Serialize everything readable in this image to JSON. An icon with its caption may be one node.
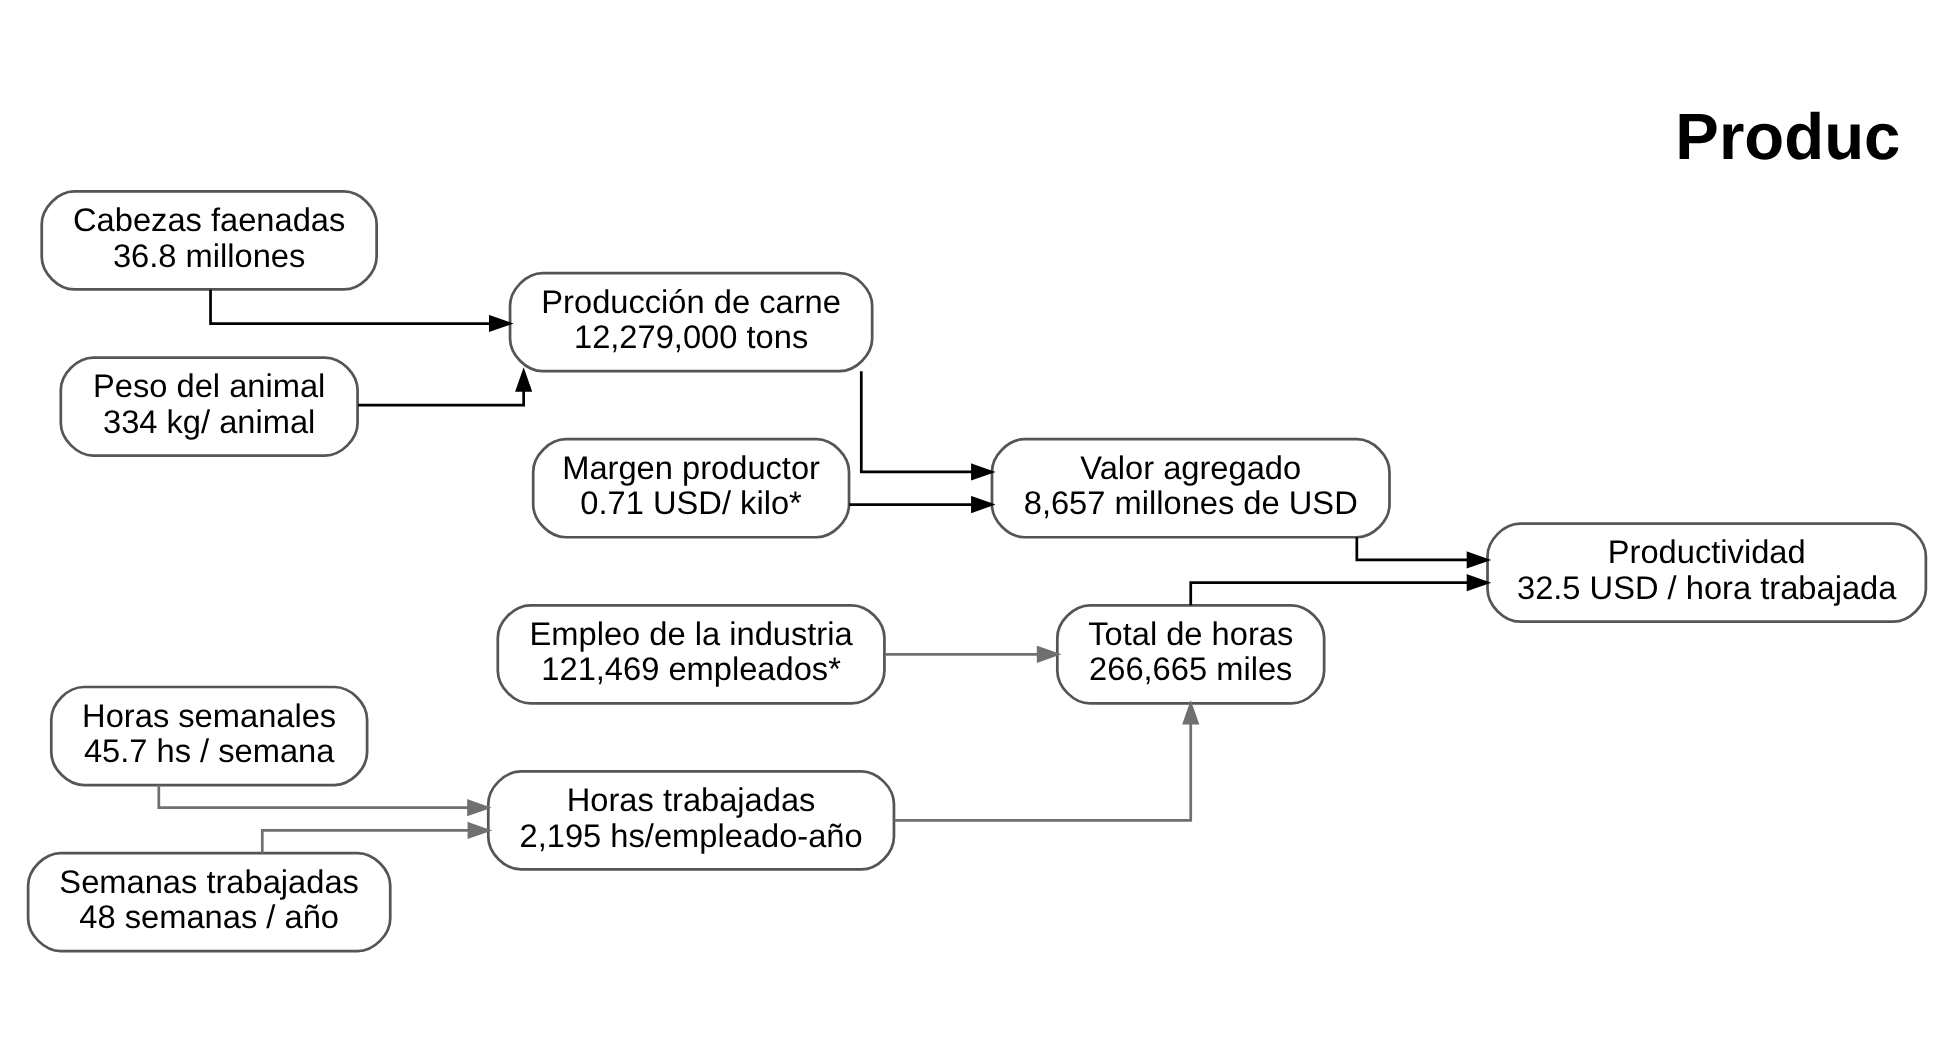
{
  "diagram": {
    "title": "Produc",
    "nodes": [
      {
        "text": [
          "Cabezas faenadas",
          "36.8 millones"
        ]
      },
      {
        "text": [
          "Peso del animal",
          "334 kg/ animal"
        ]
      },
      {
        "text": [
          "Producción de carne",
          "12,279,000 tons"
        ]
      },
      {
        "text": [
          "Margen productor",
          "0.71 USD/ kilo*"
        ]
      },
      {
        "text": [
          "Valor agregado",
          "8,657 millones de USD"
        ]
      },
      {
        "text": [
          "Productividad",
          "32.5 USD / hora trabajada"
        ]
      },
      {
        "text": [
          "Empleo de la industria",
          "121,469 empleados*"
        ]
      },
      {
        "text": [
          "Total de horas",
          "266,665 miles"
        ]
      },
      {
        "text": [
          "Horas semanales",
          "45.7 hs / semana"
        ]
      },
      {
        "text": [
          "Horas trabajadas",
          "2,195 hs/empleado-año"
        ]
      },
      {
        "text": [
          "Semanas trabajadas",
          "48 semanas / año"
        ]
      }
    ],
    "edges": [
      {
        "from": 0,
        "to": 2,
        "arrow": "to"
      },
      {
        "from": 1,
        "to": 2,
        "arrow": "to"
      },
      {
        "from": 2,
        "to": 4,
        "arrow": "to"
      },
      {
        "from": 3,
        "to": 4,
        "arrow": "to"
      },
      {
        "from": 4,
        "to": 5,
        "arrow": "to"
      },
      {
        "from": 7,
        "to": 5,
        "arrow": "to"
      },
      {
        "from": 6,
        "to": 7,
        "arrow": "to",
        "color": "#707070"
      },
      {
        "from": 9,
        "to": 7,
        "arrow": "to",
        "color": "#707070"
      },
      {
        "from": 8,
        "to": 9,
        "arrow": "to",
        "color": "#707070"
      },
      {
        "from": 10,
        "to": 9,
        "arrow": "to",
        "color": "#707070"
      }
    ]
  }
}
